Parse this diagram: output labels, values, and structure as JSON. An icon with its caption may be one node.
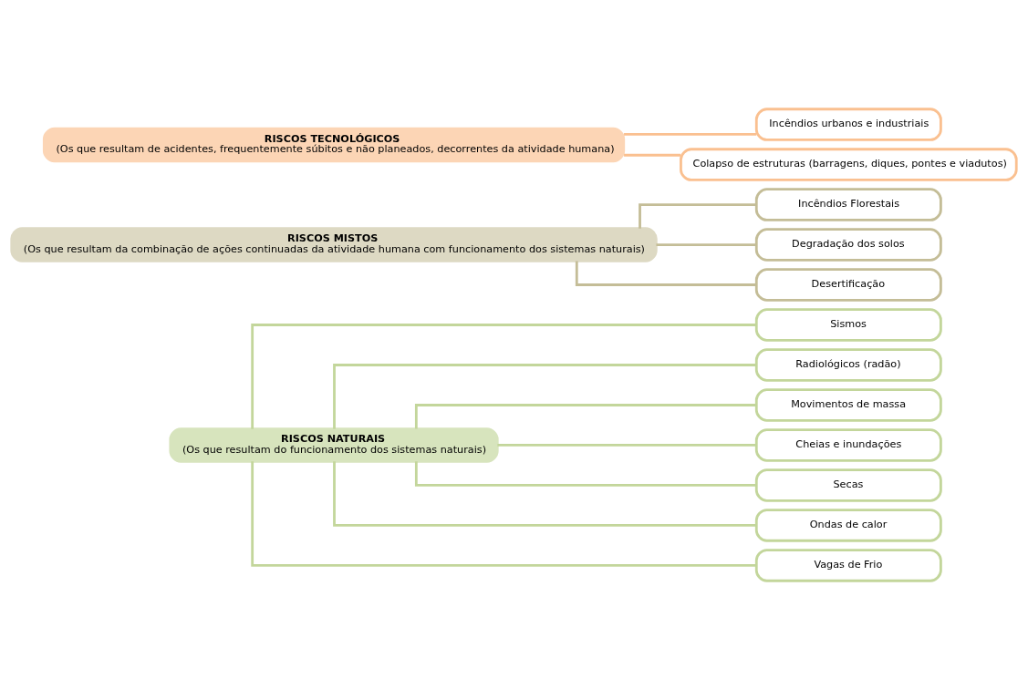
{
  "diagram": {
    "nodes": [
      {
        "text": [
          "RISCOS NATURAIS",
          "(Os que resultam do funcionamento dos sistemas naturais)"
        ]
      },
      {
        "text": [
          "Sismos"
        ]
      },
      {
        "text": [
          "Radiológicos (radão)"
        ]
      },
      {
        "text": [
          "Movimentos de massa"
        ]
      },
      {
        "text": [
          "Cheias e inundações"
        ]
      },
      {
        "text": [
          "Secas"
        ]
      },
      {
        "text": [
          "Ondas de calor"
        ]
      },
      {
        "text": [
          "Vagas de Frio"
        ]
      },
      {
        "text": [
          "RISCOS MISTOS",
          "(Os que resultam da combinação de ações continuadas da atividade humana com funcionamento dos sistemas naturais)"
        ]
      },
      {
        "text": [
          "Incêndios Florestais"
        ]
      },
      {
        "text": [
          "Degradação dos solos"
        ]
      },
      {
        "text": [
          "Desertificação"
        ]
      },
      {
        "text": [
          "RISCOS TECNOLÓGICOS",
          "(Os que resultam de acidentes, frequentemente súbitos e não planeados, decorrentes da atividade humana)"
        ]
      },
      {
        "text": [
          "Incêndios urbanos e industriais"
        ]
      },
      {
        "text": [
          "Colapso de estruturas (barragens, diques, pontes e viadutos)"
        ]
      }
    ],
    "edges": [
      {
        "from": 0,
        "to": 1,
        "arrow": "none"
      },
      {
        "from": 0,
        "to": 2,
        "arrow": "none"
      },
      {
        "from": 0,
        "to": 3,
        "arrow": "none"
      },
      {
        "from": 0,
        "to": 4,
        "arrow": "none"
      },
      {
        "from": 0,
        "to": 5,
        "arrow": "none"
      },
      {
        "from": 0,
        "to": 6,
        "arrow": "none"
      },
      {
        "from": 0,
        "to": 7,
        "arrow": "none"
      },
      {
        "from": 8,
        "to": 9,
        "arrow": "none",
        "color": "#c4bd97"
      },
      {
        "from": 8,
        "to": 10,
        "arrow": "none",
        "color": "#c4bd97"
      },
      {
        "from": 8,
        "to": 11,
        "arrow": "none",
        "color": "#c4bd97"
      },
      {
        "from": 12,
        "to": 13,
        "arrow": "none",
        "color": "#fac090"
      },
      {
        "from": 12,
        "to": 14,
        "arrow": "none",
        "color": "#fac090"
      }
    ]
  }
}
